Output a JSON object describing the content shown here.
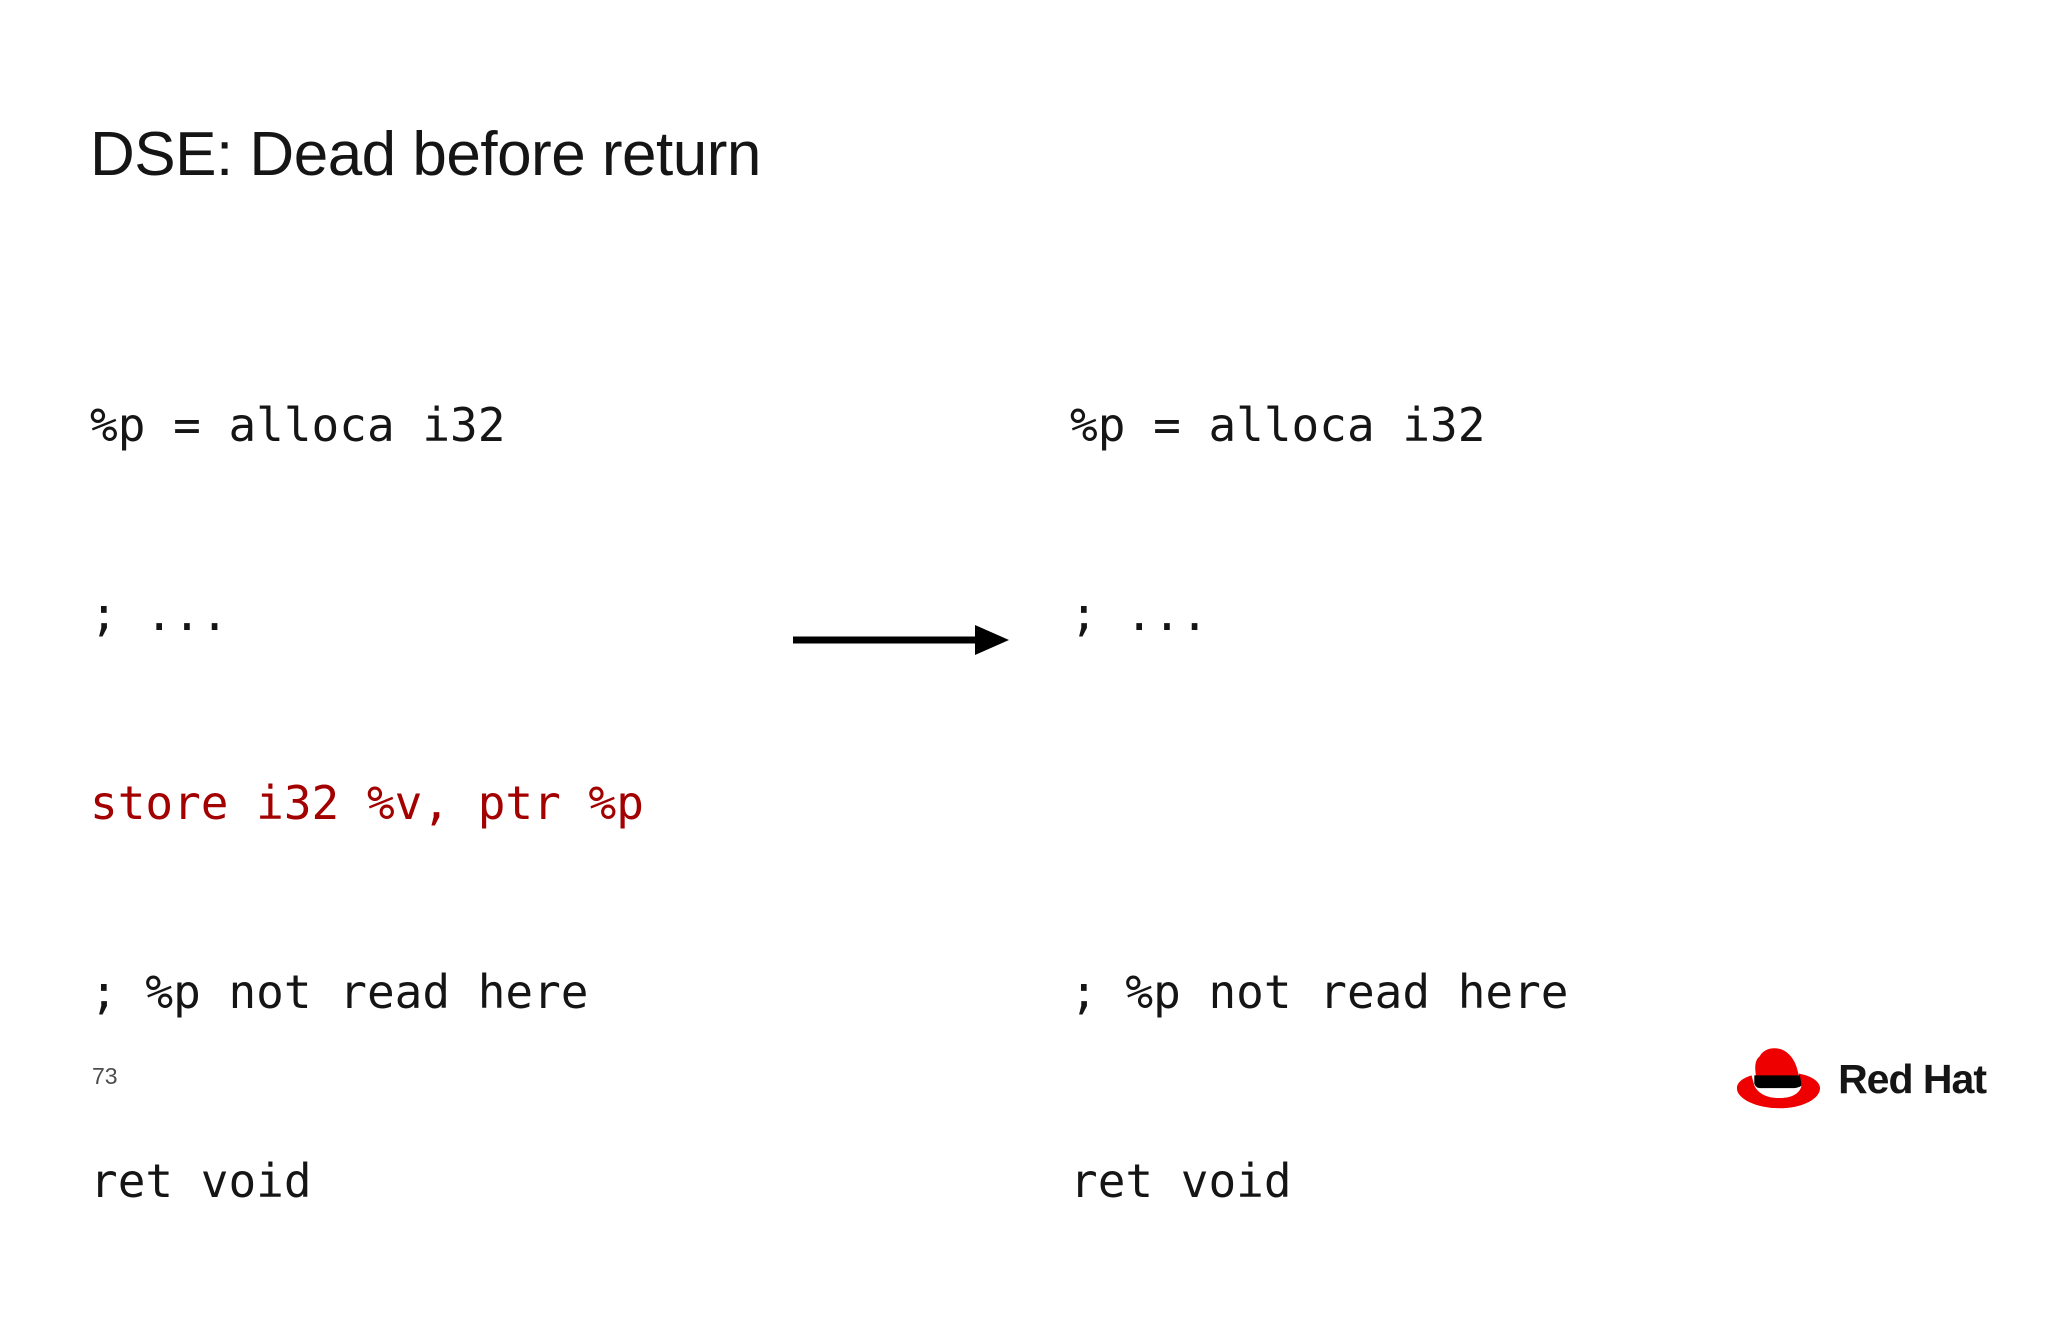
{
  "slide": {
    "title": "DSE: Dead before return",
    "page_number": "73",
    "background_color": "#ffffff",
    "text_color": "#151515",
    "dead_code_color": "#A30000"
  },
  "code": {
    "before": {
      "lines": [
        {
          "text": "%p = alloca i32",
          "state": "live"
        },
        {
          "text": "; ...",
          "state": "live"
        },
        {
          "text": "store i32 %v, ptr %p",
          "state": "dead"
        },
        {
          "text": "; %p not read here",
          "state": "live"
        },
        {
          "text": "ret void",
          "state": "live"
        }
      ]
    },
    "after": {
      "lines": [
        {
          "text": "%p = alloca i32",
          "state": "live"
        },
        {
          "text": "; ...",
          "state": "live"
        },
        {
          "text": "",
          "state": "blank"
        },
        {
          "text": "; %p not read here",
          "state": "live"
        },
        {
          "text": "ret void",
          "state": "live"
        }
      ]
    }
  },
  "transform_arrow": {
    "icon": "right-arrow-icon",
    "color": "#000000"
  },
  "brand": {
    "name": "Red Hat",
    "hat_color": "#EE0000",
    "band_color": "#000000"
  }
}
